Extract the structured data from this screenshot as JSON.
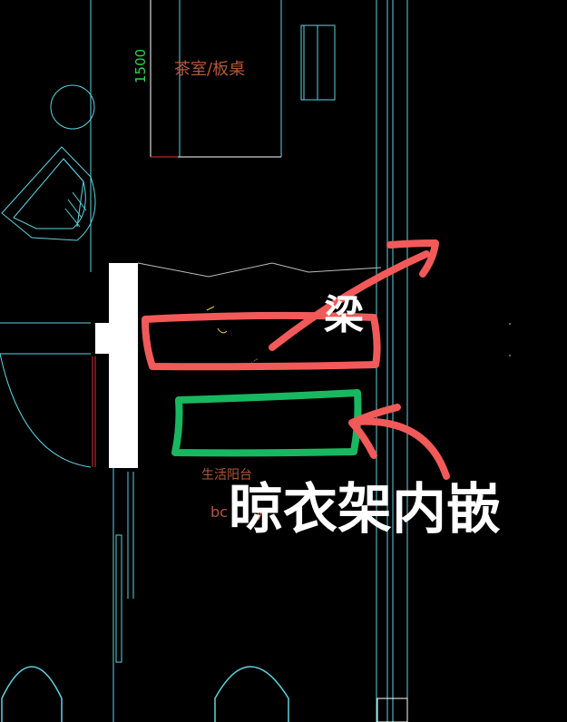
{
  "cad_labels": {
    "dimension": "1500",
    "tea_room": "茶室/板桌",
    "balcony_cn": "生活阳台",
    "balcony_en": "bc      y"
  },
  "annotations": {
    "beam": "梁",
    "rack": "晾衣架内嵌"
  },
  "colors": {
    "background": "#000000",
    "cad_line": "#5fd3e0",
    "cad_text": "#b4583a",
    "dimension_text": "#2fd34a",
    "wall_fill": "#ffffff",
    "beam_mark": "#f25a5a",
    "rack_mark": "#18b860",
    "annotation_text": "#ffffff"
  }
}
